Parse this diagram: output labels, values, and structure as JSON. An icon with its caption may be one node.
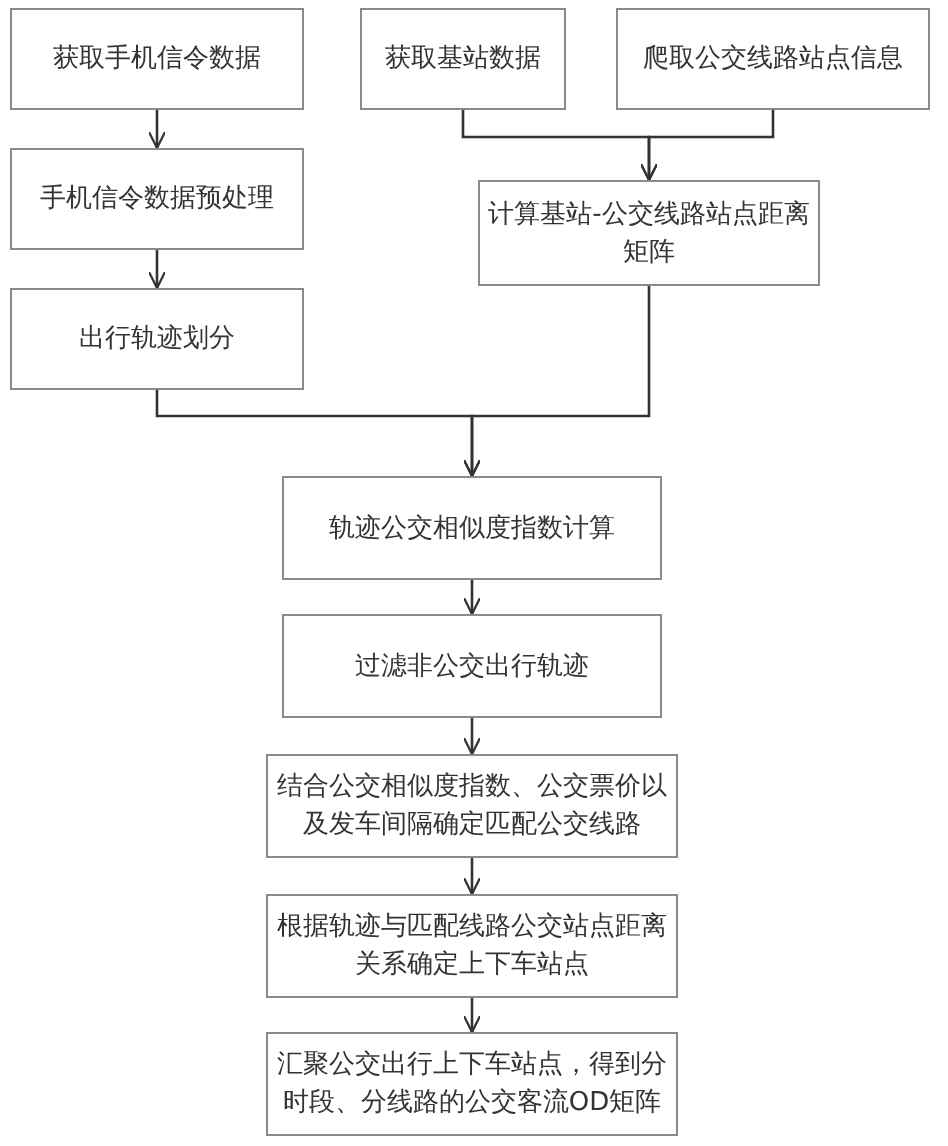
{
  "diagram": {
    "nodes": [
      {
        "text": [
          "获取手机信令数据"
        ]
      },
      {
        "text": [
          "获取基站数据"
        ]
      },
      {
        "text": [
          "爬取公交线路站点信息"
        ]
      },
      {
        "text": [
          "手机信令数据预处理"
        ]
      },
      {
        "text": [
          "计算基站-公交线路站点距离矩阵"
        ]
      },
      {
        "text": [
          "出行轨迹划分"
        ]
      },
      {
        "text": [
          "轨迹公交相似度指数计算"
        ]
      },
      {
        "text": [
          "过滤非公交出行轨迹"
        ]
      },
      {
        "text": [
          "结合公交相似度指数、公交票价以及发车间隔确定匹配公交线路"
        ]
      },
      {
        "text": [
          "根据轨迹与匹配线路公交站点距离关系确定上下车站点"
        ]
      },
      {
        "text": [
          "汇聚公交出行上下车站点，得到分时段、分线路的公交客流OD矩阵"
        ]
      }
    ],
    "edges": [
      {
        "from": 0,
        "to": 3,
        "arrow": "to"
      },
      {
        "from": 3,
        "to": 5,
        "arrow": "to"
      },
      {
        "from": 1,
        "to": 4,
        "arrow": "to"
      },
      {
        "from": 2,
        "to": 4,
        "arrow": "to"
      },
      {
        "from": 5,
        "to": 6,
        "arrow": "to"
      },
      {
        "from": 4,
        "to": 6,
        "arrow": "to"
      },
      {
        "from": 6,
        "to": 7,
        "arrow": "to"
      },
      {
        "from": 7,
        "to": 8,
        "arrow": "to"
      },
      {
        "from": 8,
        "to": 9,
        "arrow": "to"
      },
      {
        "from": 9,
        "to": 10,
        "arrow": "to"
      }
    ]
  }
}
